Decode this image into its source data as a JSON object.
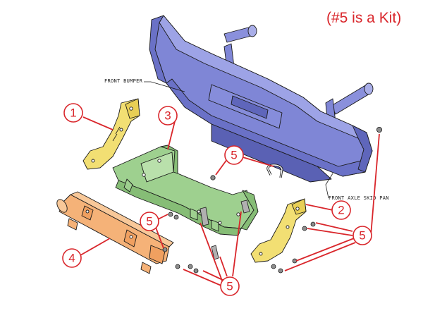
{
  "note": "(#5 is a Kit)",
  "labels": {
    "front_bumper": "FRONT BUMPER",
    "front_axle_skid_pan": "FRONT AXLE SKID PAN"
  },
  "callouts": [
    "1",
    "2",
    "3",
    "4",
    "5"
  ],
  "colors": {
    "callout_red": "#d9262b",
    "bumper_blue": "#7f86d6",
    "bracket_yellow": "#f2df73",
    "skid_green": "#9ed08f",
    "tube_orange": "#f5b278"
  }
}
